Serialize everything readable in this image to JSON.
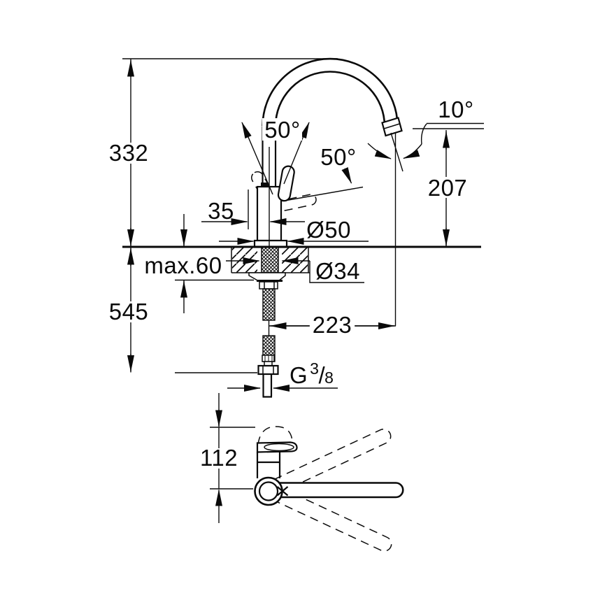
{
  "drawing": {
    "background_color": "#ffffff",
    "line_color": "#0a0a0a",
    "subject": "kitchen-faucet-dimension-drawing",
    "labels": {
      "spout_height": "332",
      "length_below_deck": "545",
      "handle_offset": "35",
      "max_counter_thickness": "max.60",
      "base_diameter": "Ø50",
      "shank_diameter": "Ø34",
      "spout_reach": "223",
      "outlet_height": "207",
      "outlet_angle": "10°",
      "handle_swing_angle": "50°",
      "handle_lift_angle": "50°",
      "thread_prefix": "G",
      "thread_numerator": "3",
      "thread_slash": "/",
      "thread_denominator": "8",
      "base_depth": "112"
    }
  }
}
